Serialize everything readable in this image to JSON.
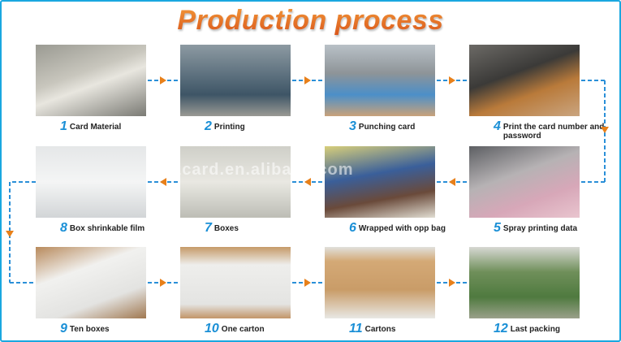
{
  "title": "Production process",
  "watermark": "gzcard.en.alibaba.com",
  "colors": {
    "border": "#1aa7e0",
    "title": "#e8701a",
    "number": "#1a8fd6",
    "arrow_line": "#2a8fd8",
    "arrow_head": "#e8801a"
  },
  "steps": [
    {
      "num": "1",
      "label": "Card Material"
    },
    {
      "num": "2",
      "label": "Printing"
    },
    {
      "num": "3",
      "label": "Punching card"
    },
    {
      "num": "4",
      "label": "Print the card number and password"
    },
    {
      "num": "5",
      "label": "Spray printing data"
    },
    {
      "num": "6",
      "label": "Wrapped with opp bag"
    },
    {
      "num": "7",
      "label": "Boxes"
    },
    {
      "num": "8",
      "label": "Box shrinkable film"
    },
    {
      "num": "9",
      "label": "Ten boxes"
    },
    {
      "num": "10",
      "label": "One carton"
    },
    {
      "num": "11",
      "label": "Cartons"
    },
    {
      "num": "12",
      "label": "Last packing"
    }
  ]
}
